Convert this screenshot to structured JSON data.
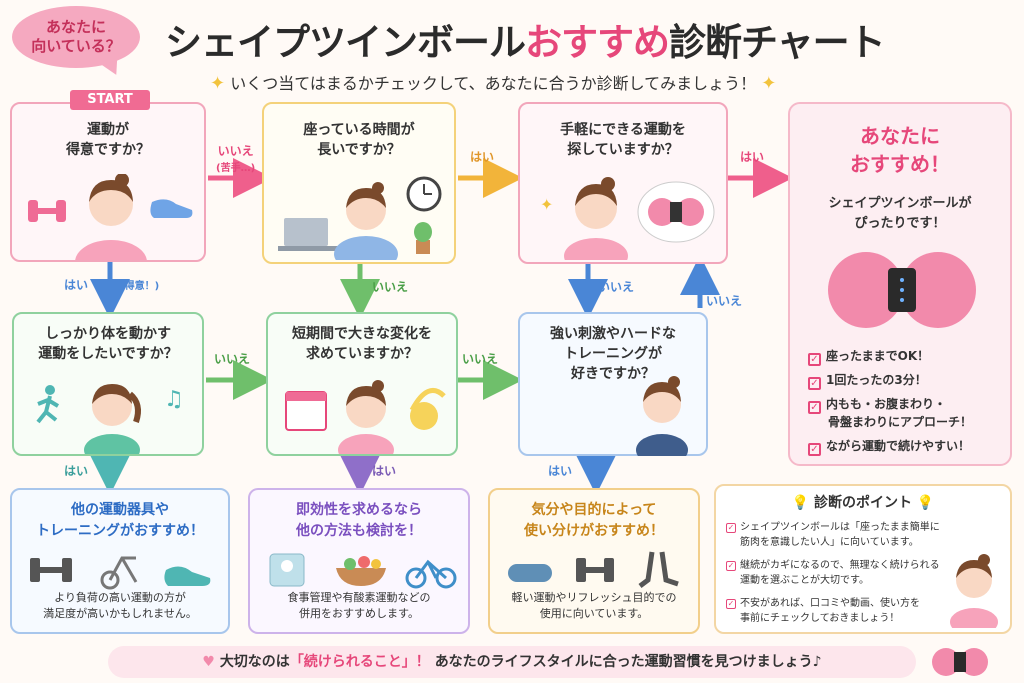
{
  "header": {
    "bubble_line1": "あなたに",
    "bubble_line2": "向いている？",
    "title_part1": "シェイプツインボール",
    "title_part2": "おすすめ",
    "title_part3": "診断チャート",
    "subtitle": "いくつ当てはまるかチェックして、あなたに合うか診断してみましょう！"
  },
  "start_label": "START",
  "questions": {
    "q1": {
      "line1": "運動が",
      "line2": "得意ですか？"
    },
    "q2": {
      "line1": "座っている時間が",
      "line2": "長いですか？"
    },
    "q3": {
      "line1": "手軽にできる運動を",
      "line2": "探していますか？"
    },
    "q4": {
      "line1": "しっかり体を動かす",
      "line2": "運動をしたいですか？"
    },
    "q5": {
      "line1": "短期間で大きな変化を",
      "line2": "求めていますか？"
    },
    "q6": {
      "line1": "強い刺激やハードな",
      "line2": "トレーニングが",
      "line3": "好きですか？"
    }
  },
  "arrows": {
    "q1_no": "いいえ",
    "q1_no_note": "(苦手…)",
    "q1_yes": "はい",
    "q1_yes_note": "(得意！)",
    "q2_yes": "はい",
    "q2_no": "いいえ",
    "q3_yes": "はい",
    "q3_no": "いいえ",
    "q4_no": "いいえ",
    "q4_yes": "はい",
    "q5_no": "いいえ",
    "q5_yes": "はい",
    "q6_yes": "はい",
    "q6_no": "いいえ"
  },
  "result": {
    "title_line1": "あなたに",
    "title_line2": "おすすめ！",
    "sub_line1": "シェイプツインボールが",
    "sub_line2": "ぴったりです！",
    "checks": [
      "座ったままでOK！",
      "1回たったの3分！",
      "内もも・お腹まわり・",
      "骨盤まわりにアプローチ！",
      "ながら運動で続けやすい！"
    ]
  },
  "cards": {
    "c1": {
      "title1": "他の運動器具や",
      "title2": "トレーニングがおすすめ！",
      "desc1": "より負荷の高い運動の方が",
      "desc2": "満足度が高いかもしれません。"
    },
    "c2": {
      "title1": "即効性を求めるなら",
      "title2": "他の方法も検討を！",
      "desc1": "食事管理や有酸素運動などの",
      "desc2": "併用をおすすめします。"
    },
    "c3": {
      "title1": "気分や目的によって",
      "title2": "使い分けがおすすめ！",
      "desc1": "軽い運動やリフレッシュ目的での",
      "desc2": "使用に向いています。"
    }
  },
  "points": {
    "title": "診断のポイント",
    "items": [
      {
        "l1": "シェイプツインボールは「座ったまま簡単に",
        "l2": "筋肉を意識したい人」に向いています。"
      },
      {
        "l1": "継続がカギになるので、無理なく続けられる",
        "l2": "運動を選ぶことが大切です。"
      },
      {
        "l1": "不安があれば、口コミや動画、使い方を",
        "l2": "事前にチェックしておきましょう！"
      }
    ]
  },
  "footer": {
    "part1": "大切なのは",
    "part2": "「続けられること」！",
    "part3": "あなたのライフスタイルに合った運動習慣を見つけましょう♪"
  },
  "colors": {
    "pink": "#e6477a",
    "blue": "#4a86d6",
    "green": "#6fbf6b",
    "yellow": "#f2b43a",
    "purple": "#8f6fc9",
    "teal": "#4fb6b3"
  }
}
